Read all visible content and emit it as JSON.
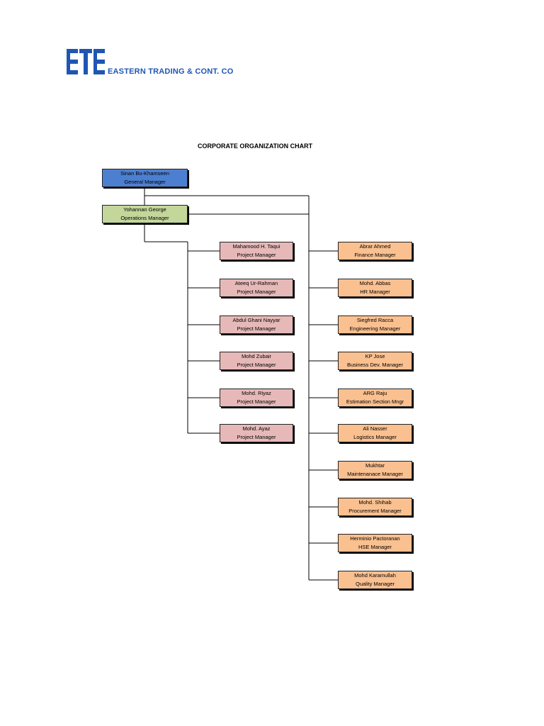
{
  "header": {
    "logo_text": "ETE",
    "company": "EASTERN TRADING & CONT. CO",
    "brand_color": "#1f56b3"
  },
  "chart_title": "CORPORATE ORGANIZATION CHART",
  "general_manager": {
    "name": "Sinan Bu-Khamseen",
    "role": "General Manager",
    "color": "#4d7fd1"
  },
  "operations_manager": {
    "name": "Yohannan George",
    "role": "Operations Manager",
    "color": "#c4d79b"
  },
  "project_managers": [
    {
      "name": "Mahamood H. Taqui",
      "role": "Project Manager"
    },
    {
      "name": "Ateeq Ur-Rahman",
      "role": "Project Manager"
    },
    {
      "name": "Abdul Ghani Nayyar",
      "role": "Project Manager"
    },
    {
      "name": "Mohd Zubair",
      "role": "Project Manager"
    },
    {
      "name": "Mohd. Riyaz",
      "role": "Project Manager"
    },
    {
      "name": "Mohd. Ayaz",
      "role": "Project Manager"
    }
  ],
  "department_managers": [
    {
      "name": "Abrar Ahmed",
      "role": "Finance Manager"
    },
    {
      "name": "Mohd. Abbas",
      "role": "HR Manager"
    },
    {
      "name": "Siegfred Racca",
      "role": "Engineering Manager"
    },
    {
      "name": "KP Jose",
      "role": "Business Dev. Manager"
    },
    {
      "name": "ARG Raju",
      "role": "Estimation Section Mngr"
    },
    {
      "name": "Ali Nasser",
      "role": "Logistics Manager"
    },
    {
      "name": "Mukhtar",
      "role": "Maintenanace Manager"
    },
    {
      "name": "Mohd. Shihab",
      "role": "Procurement Manager"
    },
    {
      "name": "Herminio Pactoranan",
      "role": "HSE Manager"
    },
    {
      "name": "Mohd Karamullah",
      "role": "Quality Manager"
    }
  ],
  "colors": {
    "project_manager_box": "#e6b9b8",
    "department_box": "#fac090"
  }
}
